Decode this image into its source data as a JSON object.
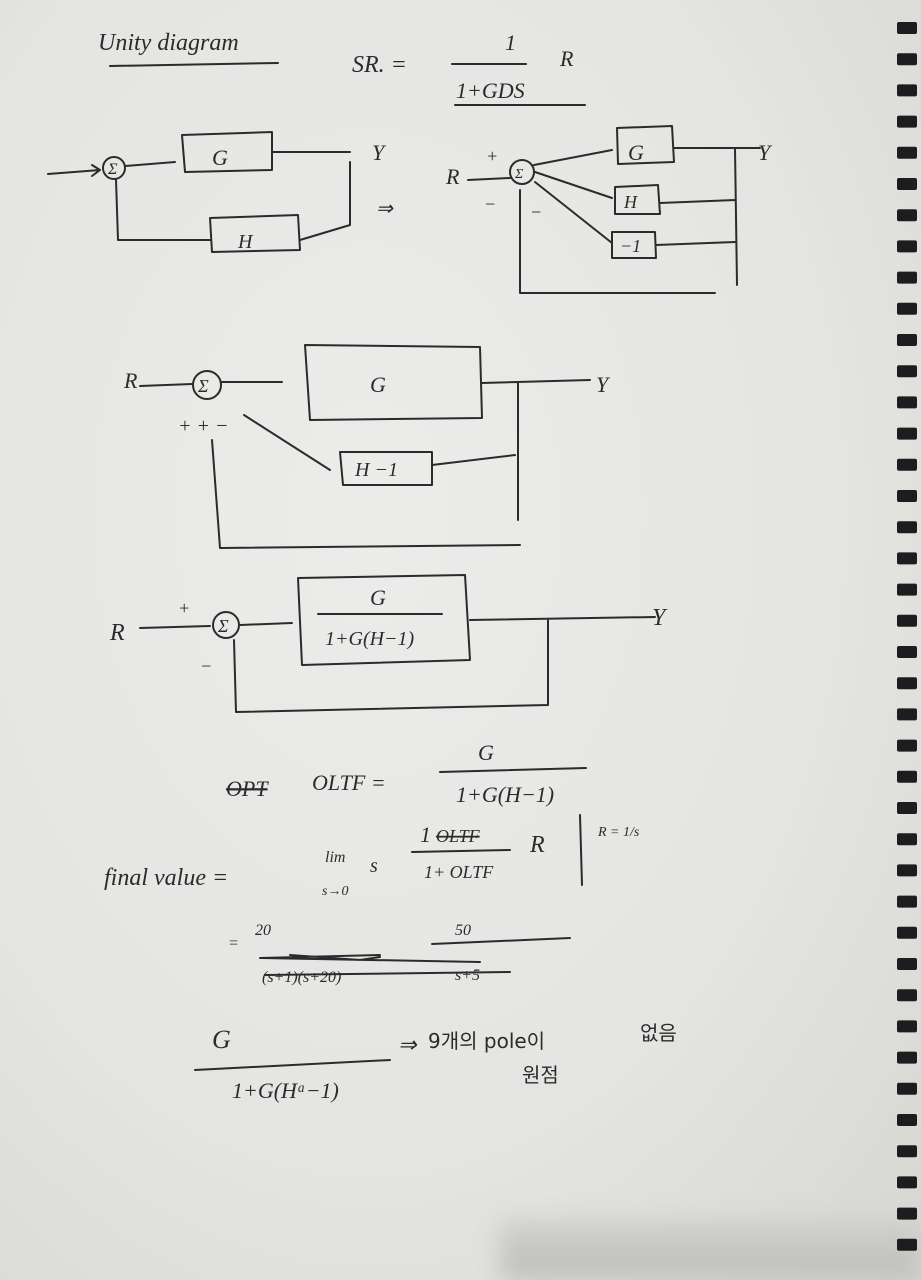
{
  "title": "Unity diagram",
  "steady_state": {
    "lhs": "SR. =",
    "numerator": "1",
    "denominator": "1+GDS",
    "factor": "R"
  },
  "diagram1": {
    "sum": "Σ",
    "forward": "G",
    "feedback": "H",
    "output": "Y",
    "implies": "⇒"
  },
  "diagram2": {
    "input": "R",
    "sum": "Σ",
    "plus": "+",
    "minus1": "−",
    "minus2": "−",
    "forward": "G",
    "feedback1": "H",
    "feedback2": "−1",
    "output": "Y"
  },
  "diagram3": {
    "input": "R",
    "sum": "Σ",
    "signs": "+ + −",
    "forward": "G",
    "feedback": "H −1",
    "output": "Y"
  },
  "diagram4": {
    "input": "R",
    "sum": "Σ",
    "plus": "+",
    "minus": "−",
    "numerator": "G",
    "denominator": "1+G(H−1)",
    "output": "Y"
  },
  "oltf": {
    "struck": "OPT",
    "label": "OLTF =",
    "numerator": "G",
    "denominator": "1+G(H−1)"
  },
  "final_value": {
    "label": "final value =",
    "lim": "lim",
    "lim_sub": "s→0",
    "s": "s",
    "numerator": "1",
    "struck": "OLTF",
    "denominator": "1+ OLTF",
    "factor": "R",
    "condition": "R = 1/s"
  },
  "work": {
    "eq": "=",
    "num1": "20",
    "den1": "(s+1)(s+20)",
    "num2": "50",
    "den2": "s+5"
  },
  "conclusion": {
    "numerator": "G",
    "denominator": "1+G(Hᵃ−1)",
    "arrow": "⇒",
    "text1": "9개의 pole이",
    "text2": "없음",
    "text3": "원점"
  }
}
